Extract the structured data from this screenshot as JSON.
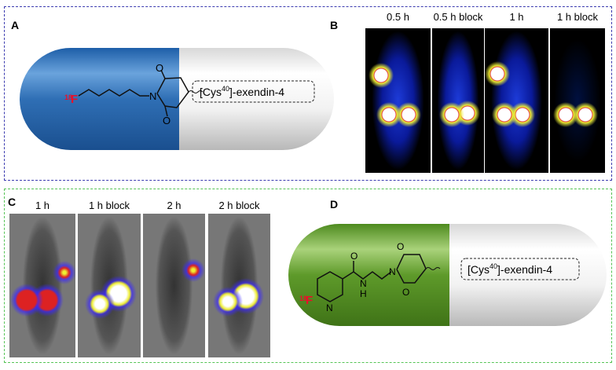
{
  "panels": {
    "a": {
      "label": "A",
      "isotope_mass": "18",
      "isotope_element": "F",
      "peptide_prefix": "[Cys",
      "peptide_sup": "40",
      "peptide_suffix": "]-exendin-4",
      "atoms": {
        "n": "N",
        "o1": "O",
        "o2": "O"
      },
      "capsule_color": "#2f6fb5"
    },
    "b": {
      "label": "B",
      "timepoints": [
        "0.5 h",
        "0.5 h block",
        "1 h",
        "1 h block"
      ]
    },
    "c": {
      "label": "C",
      "timepoints": [
        "1 h",
        "1 h block",
        "2 h",
        "2 h block"
      ]
    },
    "d": {
      "label": "D",
      "isotope_mass": "18",
      "isotope_element": "F",
      "peptide_prefix": "[Cys",
      "peptide_sup": "40",
      "peptide_suffix": "]-exendin-4",
      "atoms": {
        "n_ring": "N",
        "n_amide": "N",
        "h": "H",
        "n_imide": "N",
        "o_amide": "O",
        "o1": "O",
        "o2": "O"
      },
      "capsule_color": "#5e9a2a"
    }
  },
  "colors": {
    "frame_top": "#3b3bb0",
    "frame_bottom": "#56c456",
    "isotope": "#e8102a"
  }
}
